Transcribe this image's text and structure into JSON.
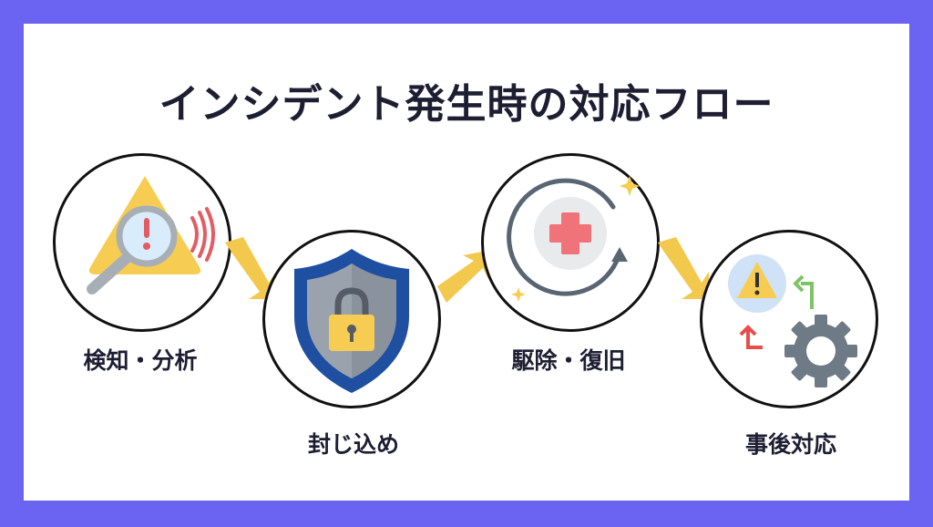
{
  "title": "インシデント発生時の対応フロー",
  "steps": [
    {
      "label": "検知・分析",
      "icon": "alert-search-icon"
    },
    {
      "label": "封じ込め",
      "icon": "shield-lock-icon"
    },
    {
      "label": "駆除・復旧",
      "icon": "medical-recovery-icon"
    },
    {
      "label": "事後対応",
      "icon": "alert-cycle-gear-icon"
    }
  ],
  "colors": {
    "background": "#6b63f2",
    "arrow": "#f2c94c",
    "warning": "#f6cd52",
    "shield_outer": "#1e4fa1",
    "shield_inner": "#9aa3ad",
    "cross": "#f0737a",
    "gear": "#6e7a85"
  }
}
